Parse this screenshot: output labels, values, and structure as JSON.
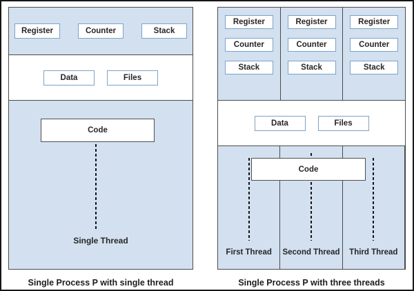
{
  "left_panel": {
    "caption": "Single Process P with single thread",
    "cpu_boxes": [
      "Register",
      "Counter",
      "Stack"
    ],
    "memory_boxes": [
      "Data",
      "Files"
    ],
    "code_label": "Code",
    "thread_label": "Single Thread"
  },
  "right_panel": {
    "caption": "Single Process P with three threads",
    "columns": [
      {
        "cpu_boxes": [
          "Register",
          "Counter",
          "Stack"
        ],
        "thread_label": "First Thread"
      },
      {
        "cpu_boxes": [
          "Register",
          "Counter",
          "Stack"
        ],
        "thread_label": "Second Thread"
      },
      {
        "cpu_boxes": [
          "Register",
          "Counter",
          "Stack"
        ],
        "thread_label": "Third Thread"
      }
    ],
    "memory_boxes": [
      "Data",
      "Files"
    ],
    "code_label": "Code"
  },
  "colors": {
    "band_fill": "#d2e0f0",
    "box_border": "#7da2c6",
    "outline": "#4a4a4a"
  }
}
